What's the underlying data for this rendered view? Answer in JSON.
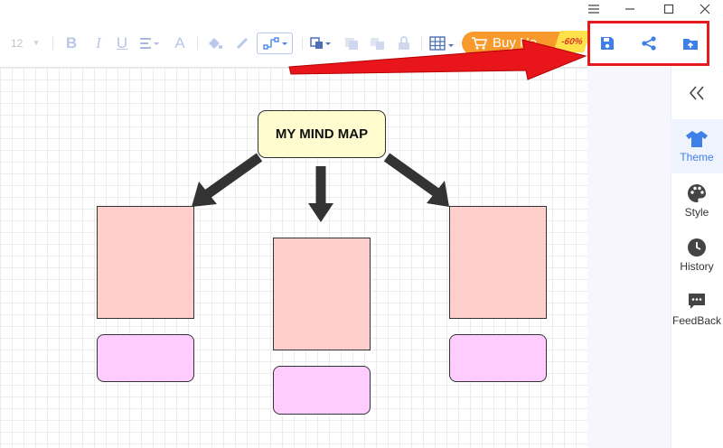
{
  "window": {
    "menu_icon": "hamburger-menu-icon",
    "minimize_icon": "minimize-icon",
    "maximize_icon": "maximize-icon",
    "close_icon": "close-icon"
  },
  "toolbar": {
    "font_size": "12",
    "bold_label": "B",
    "italic_label": "I",
    "underline_label": "U",
    "font_color_label": "A",
    "buy_label": "Buy No",
    "discount": "-60%"
  },
  "canvas": {
    "root_title": "MY MIND MAP"
  },
  "panel": {
    "collapse_icon": "double-chevron-left-icon",
    "items": [
      {
        "label": "Theme",
        "icon": "tshirt-icon"
      },
      {
        "label": "Style",
        "icon": "palette-icon"
      },
      {
        "label": "History",
        "icon": "clock-icon"
      },
      {
        "label": "FeedBack",
        "icon": "chat-bubble-icon"
      }
    ]
  },
  "actions": {
    "save_icon": "save-icon",
    "share_icon": "share-icon",
    "export_icon": "cloud-upload-icon"
  },
  "colors": {
    "accent": "#3f7fe8",
    "root_fill": "#fffdcf",
    "box_fill": "#ffcfcb",
    "sub_fill": "#ffccff",
    "highlight": "#e41a1c",
    "buy_button": "#f89a2b"
  }
}
